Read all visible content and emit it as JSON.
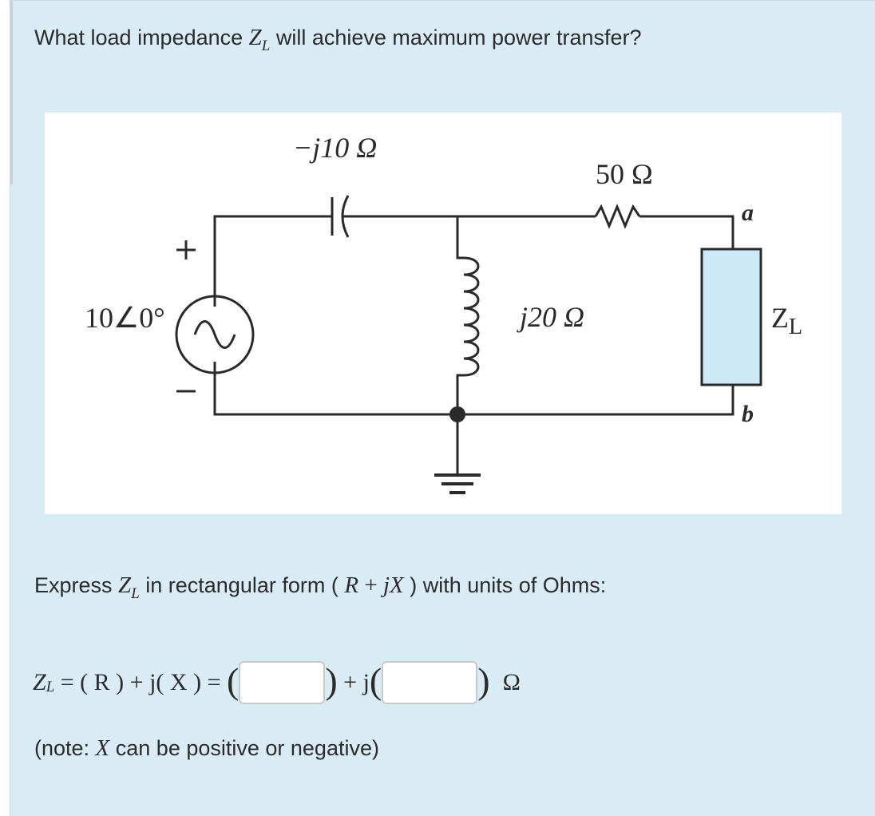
{
  "question": {
    "prefix": "What load impedance ",
    "var": "Z",
    "sub": "L",
    "suffix": " will achieve maximum power transfer?"
  },
  "circuit": {
    "capacitor_label": "−j10 Ω",
    "resistor_label": "50 Ω",
    "inductor_label": "j20 Ω",
    "source_label": "10∠0°",
    "source_plus": "+",
    "source_minus": "−",
    "terminal_a": "a",
    "terminal_b": "b",
    "load_label": "Z",
    "load_sub": "L",
    "load_fill": "#cde8f6"
  },
  "express": {
    "prefix": "Express ",
    "var": "Z",
    "sub": "L",
    "middle": " in rectangular form ( ",
    "form_r": "R",
    "form_plus": " + ",
    "form_jx": "jX",
    "suffix": " ) with units of Ohms:"
  },
  "answer": {
    "lhs_var": "Z",
    "lhs_sub": "L",
    "equation": " = ( R ) + j( X ) = ",
    "open_paren": "(",
    "close_paren": ")",
    "plus_j": " + j",
    "unit": "Ω",
    "r_value": "",
    "x_value": ""
  },
  "note": {
    "prefix": "(note: ",
    "var": "X",
    "suffix": " can be positive or negative)"
  }
}
